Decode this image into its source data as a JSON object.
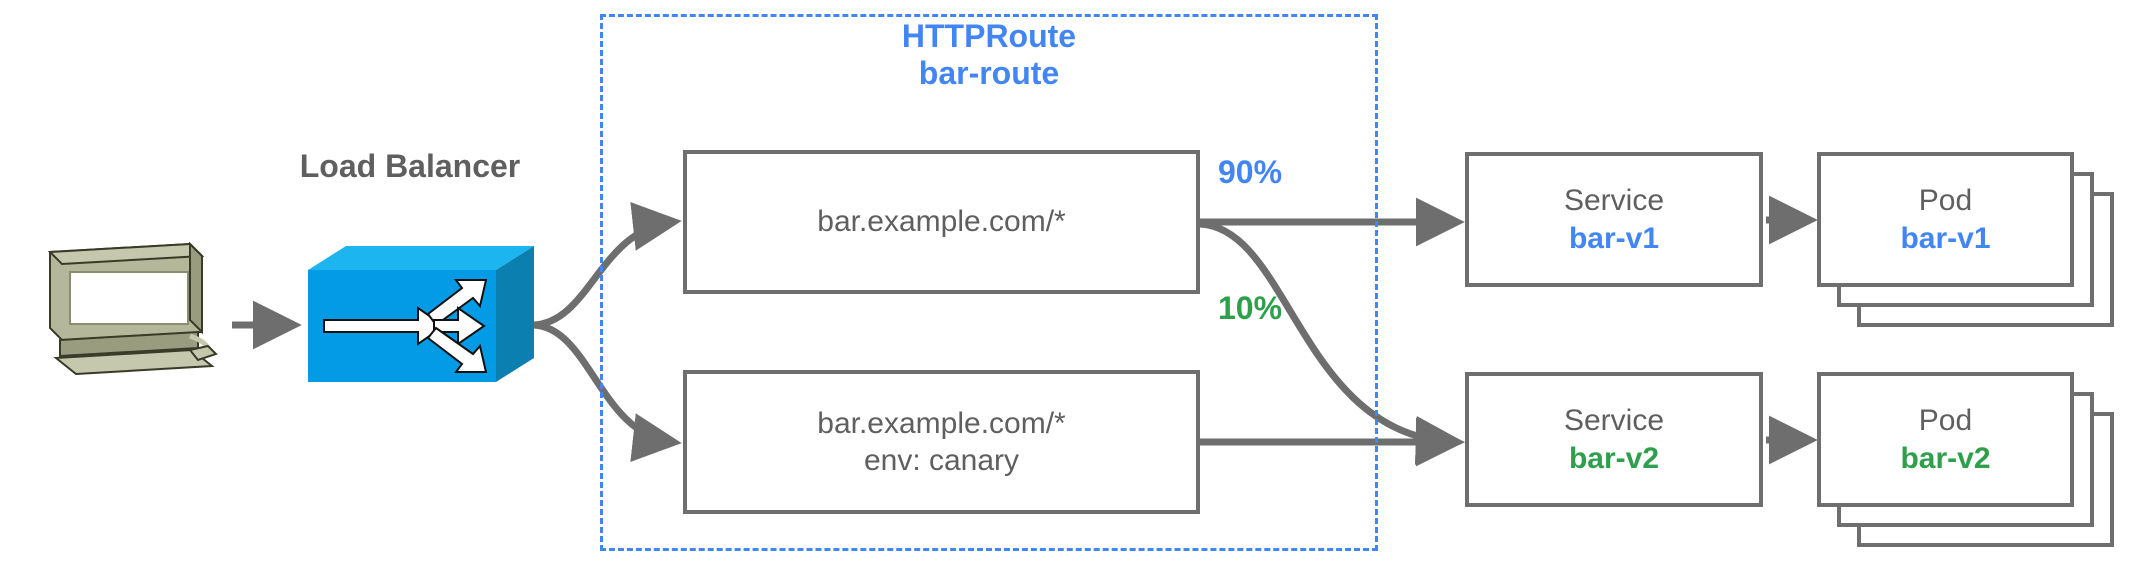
{
  "diagram": {
    "title": "HTTPRoute traffic splitting canary diagram",
    "colors": {
      "blue": "#4285F4",
      "green": "#2EA04C",
      "grey_text": "#5F5F5F",
      "grey_stroke": "#6E6E6E",
      "lb_blue": "#0B9DDC"
    }
  },
  "client": {
    "icon": "desktop-computer-icon"
  },
  "load_balancer": {
    "label": "Load Balancer",
    "icon": "load-balancer-box-icon"
  },
  "httproute": {
    "kind_label": "HTTPRoute",
    "name_label": "bar-route",
    "rules": [
      {
        "id": "rule-1",
        "line1": "bar.example.com/*",
        "line2": ""
      },
      {
        "id": "rule-2",
        "line1": "bar.example.com/*",
        "line2": "env: canary"
      }
    ],
    "weights": [
      {
        "id": "weight-90",
        "label": "90%",
        "color": "#4285F4"
      },
      {
        "id": "weight-10",
        "label": "10%",
        "color": "#2EA04C"
      }
    ]
  },
  "backends": [
    {
      "service": {
        "kind": "Service",
        "name": "bar-v1",
        "color": "#4285F4"
      },
      "pod": {
        "kind": "Pod",
        "name": "bar-v1",
        "color": "#4285F4",
        "replicas": 3
      }
    },
    {
      "service": {
        "kind": "Service",
        "name": "bar-v2",
        "color": "#2EA04C"
      },
      "pod": {
        "kind": "Pod",
        "name": "bar-v2",
        "color": "#2EA04C",
        "replicas": 3
      }
    }
  ]
}
